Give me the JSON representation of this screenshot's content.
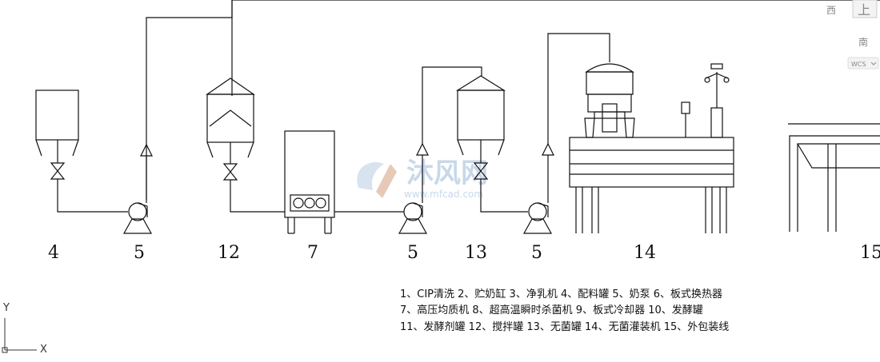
{
  "labels": {
    "tank4": "4",
    "pump_a": "5",
    "tank12": "12",
    "homogenizer7": "7",
    "pump_b": "5",
    "tank13": "13",
    "pump_c": "5",
    "filler14": "14",
    "line15": "15"
  },
  "legend": {
    "line1": "1、CIP清洗 2、贮奶缸 3、净乳机 4、配料罐 5、奶泵 6、板式换热器",
    "line2": "7、高压均质机 8、超高温瞬时杀菌机 9、板式冷却器 10、发酵罐",
    "line3": "11、发酵剂罐 12、搅拌罐 13、无菌罐 14、无菌灌装机 15、外包装线"
  },
  "viewcube": {
    "west": "西",
    "top": "上",
    "south": "南",
    "wcs": "WCS"
  },
  "axes": {
    "y": "Y",
    "x": "X"
  },
  "watermark": {
    "brand": "沐风网",
    "url": "www.mfcad.com"
  },
  "colors": {
    "line": "#111111",
    "watermark": "#c8d8ea",
    "viewcube": "#888888"
  }
}
